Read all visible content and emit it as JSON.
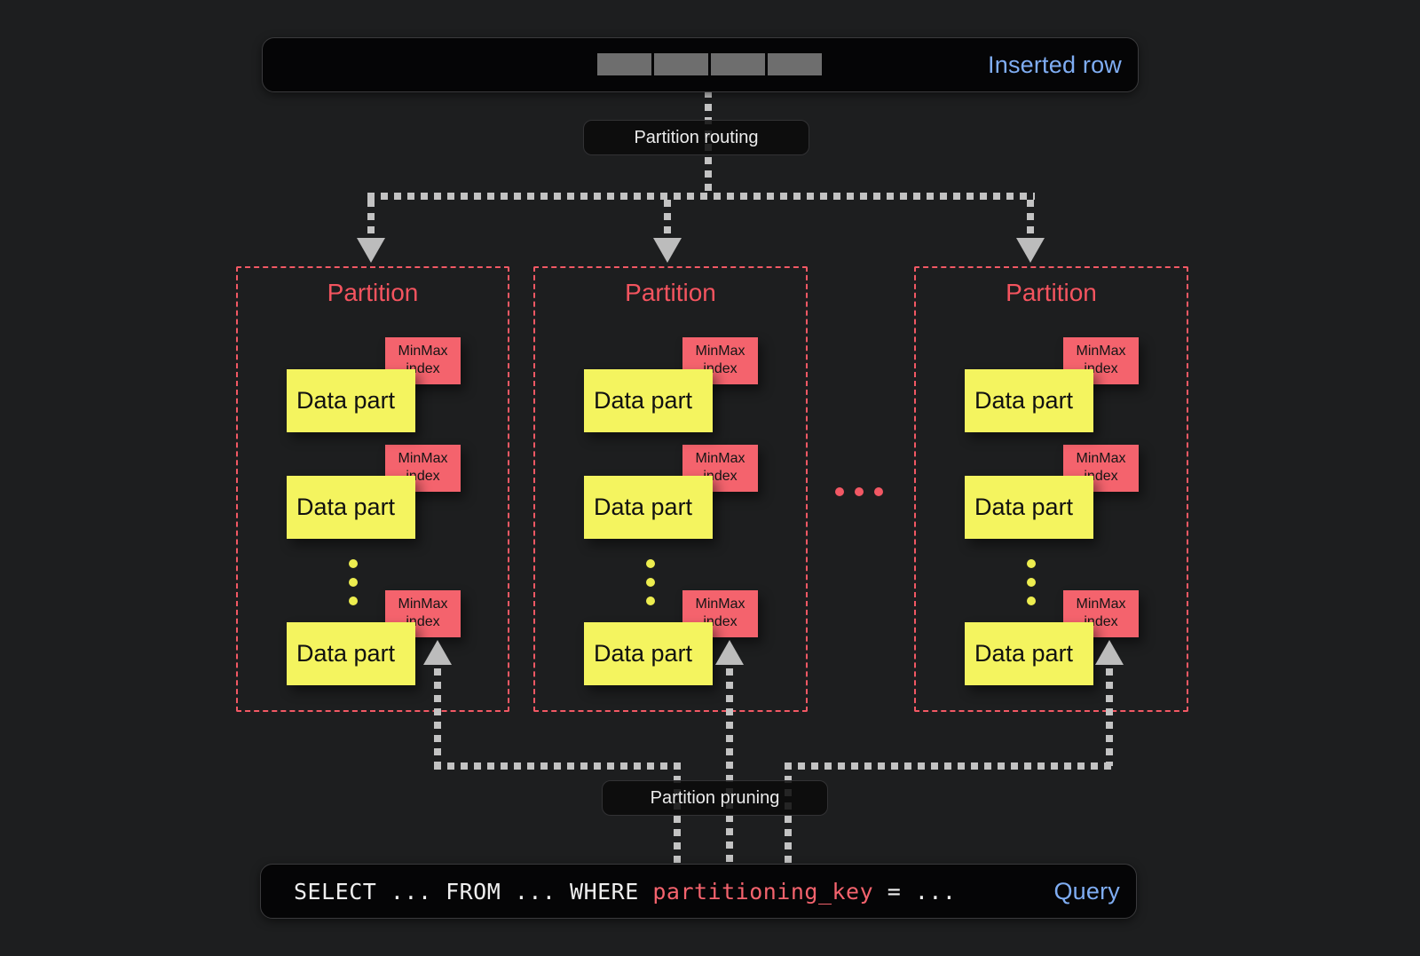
{
  "colors": {
    "background": "#1d1e1f",
    "bar_background": "#050506",
    "accent_red": "#f25864",
    "minmax_fill": "#f4636d",
    "data_part_yellow": "#f4f45f",
    "link_blue": "#7fadf3",
    "dash_gray": "#c3c3c3"
  },
  "inserted_row": {
    "label": "Inserted row",
    "cells": 4
  },
  "labels": {
    "routing": "Partition routing",
    "pruning": "Partition pruning"
  },
  "partition": {
    "title": "Partition",
    "data_part": "Data part",
    "minmax_line1": "MinMax",
    "minmax_line2": "index"
  },
  "query": {
    "pre": "SELECT ... FROM ... WHERE ",
    "key": "partitioning_key",
    "post": " = ...",
    "label": "Query"
  }
}
